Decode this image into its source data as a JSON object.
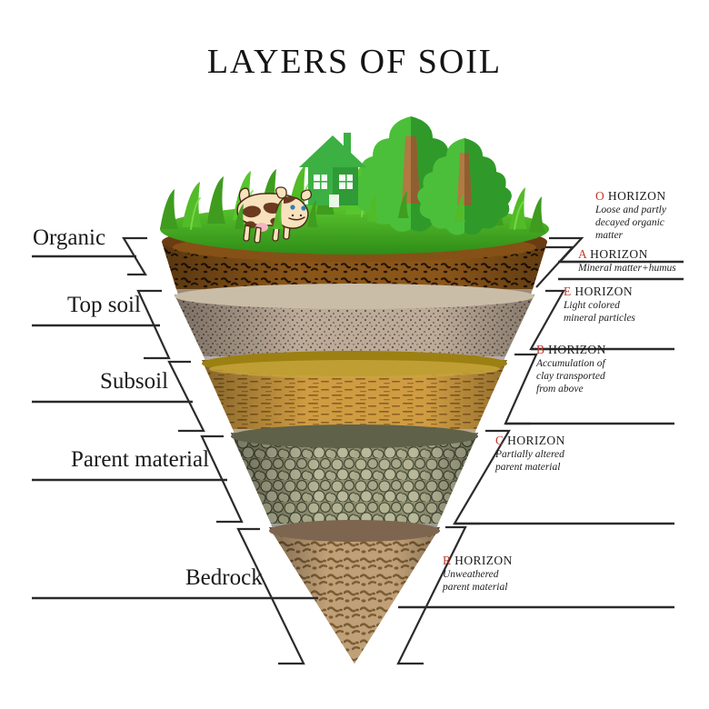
{
  "title": "LAYERS OF SOIL",
  "colors": {
    "accent_red": "#c0392b",
    "text": "#1a1a1a",
    "rule": "#2b2b2b",
    "grass_light": "#4fb52b",
    "grass_dark": "#2e8c18",
    "house": "#3cb043",
    "house_dark": "#2f9a36",
    "trunk": "#a9713f",
    "o_horizon": "#7a4a18",
    "a_horizon": "#8a5a22",
    "e_horizon": "#b6a392",
    "b_horizon": "#c9963f",
    "c_horizon": "#9a9a7c",
    "r_horizon": "#b08f62",
    "cow_body": "#f7e2bd",
    "cow_spots": "#6b3a1f"
  },
  "left_labels": [
    {
      "id": "organic",
      "text": "Organic"
    },
    {
      "id": "top-soil",
      "text": "Top soil"
    },
    {
      "id": "subsoil",
      "text": "Subsoil"
    },
    {
      "id": "parent-material",
      "text": "Parent material"
    },
    {
      "id": "bedrock",
      "text": "Bedrock"
    }
  ],
  "horizons": [
    {
      "id": "o",
      "letter": "O",
      "heading": " HORIZON",
      "description": "Loose and partly\ndecayed organic\nmatter"
    },
    {
      "id": "a",
      "letter": "A",
      "heading": " HORIZON",
      "description": "Mineral matter+humus"
    },
    {
      "id": "e",
      "letter": "E",
      "heading": " HORIZON",
      "description": "Light colored\nmineral particles"
    },
    {
      "id": "b",
      "letter": "B",
      "heading": " HORIZON",
      "description": "Accumulation of\nclay transported\n from above"
    },
    {
      "id": "c",
      "letter": "C",
      "heading": " HORIZON",
      "description": "Partially altered\nparent material"
    },
    {
      "id": "r",
      "letter": "R",
      "heading": " HORIZON",
      "description": "Unweathered\nparent material"
    }
  ],
  "scene": {
    "cow": "cow-icon",
    "house": "house-icon",
    "tree_large": "tree-icon",
    "tree_small": "tree-icon",
    "grass": "grass-icon"
  }
}
